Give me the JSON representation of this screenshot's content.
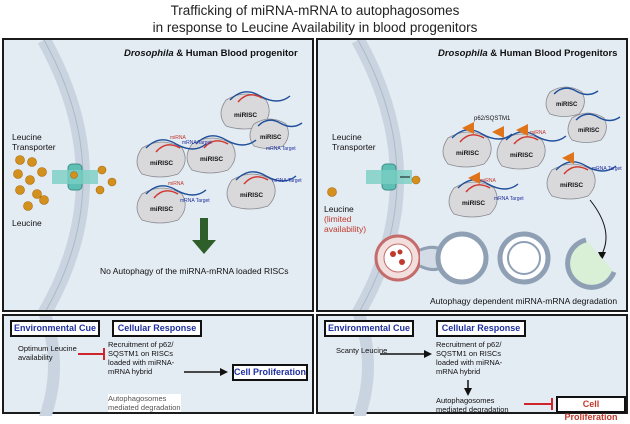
{
  "title": {
    "line1": "Trafficking of miRNA-mRNA to autophagosomes",
    "line2": "in response to Leucine Availability in blood progenitors"
  },
  "left": {
    "heading_em": "Drosophila",
    "heading_rest": " & Human Blood progenitor",
    "transporter": [
      "Leucine",
      "Transporter"
    ],
    "leucine": "Leucine",
    "risc_label": "miRISC",
    "mirna_label": "miRNA",
    "target_label": "mRNA Target",
    "statement": "No Autophagy of the miRNA-mRNA loaded RISCs",
    "cue_title": "Environmental Cue",
    "cue_text": [
      "Optimum Leucine",
      "availability"
    ],
    "response_title": "Cellular Response",
    "response_text": [
      "Recruitment of p62/",
      "SQSTM1 on RISCs",
      "loaded with miRNA-",
      "mRNA hybrid"
    ],
    "outcome": "Cell Proliferation",
    "degradation": [
      "Autophagosomes",
      "mediated degradation"
    ]
  },
  "right": {
    "heading_em": "Drosophila",
    "heading_rest": " & Human Blood Progenitors",
    "transporter": [
      "Leucine",
      "Transporter"
    ],
    "leucine": "Leucine",
    "leucine_note": [
      "(limited",
      "availability)"
    ],
    "p62": "p62/SQSTM1",
    "risc_label": "miRISC",
    "mirna_label": "miRNA",
    "target_label": "mRNA Target",
    "statement": "Autophagy dependent miRNA-mRNA degradation",
    "cue_title": "Environmental Cue",
    "cue_text": "Scanty Leucine",
    "response_title": "Cellular Response",
    "response_text": [
      "Recruitment of p62/",
      "SQSTM1 on RISCs",
      "loaded with miRNA-",
      "mRNA hybrid"
    ],
    "degradation": [
      "Autophagosomes",
      "mediated degradation"
    ],
    "outcome": "Cell Proliferation"
  },
  "colors": {
    "panel": "#e3ebf3",
    "membrane": "#c9d4e0",
    "leucine": "#d3901d",
    "transporter": "#5fbfb4",
    "risc": "#d9d9dc",
    "mirna": "#d0342c",
    "mrna": "#1f4f9a",
    "p62": "#e0741a",
    "inhibit": "#d0242c",
    "arrow_green": "#2e5e2a"
  }
}
